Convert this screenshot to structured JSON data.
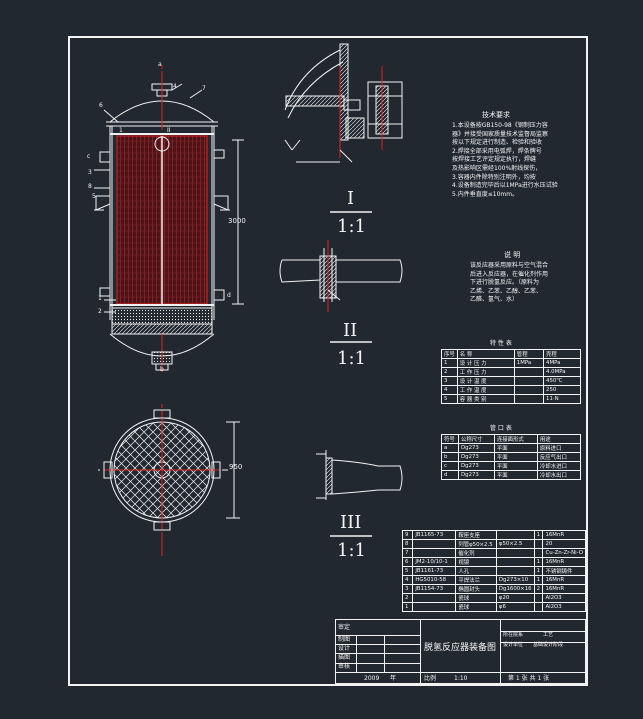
{
  "colors": {
    "background": "#212830",
    "line": "#f2f2f2",
    "accent": "#e02020",
    "cyan": "#3fb6d8",
    "yellow": "#e8d040",
    "magenta": "#d040d0"
  },
  "main_view": {
    "labels": [
      "6",
      "4",
      "7",
      "1",
      "2",
      "3",
      "8",
      "9",
      "5",
      "a",
      "b",
      "d",
      "c"
    ],
    "dim_height": "3000",
    "dim_ring": "1",
    "section_tag": "II"
  },
  "detail_I": {
    "roman": "I",
    "scale": "1:1"
  },
  "detail_II": {
    "roman": "II",
    "scale": "1:1"
  },
  "detail_III": {
    "roman": "III",
    "scale": "1:1"
  },
  "plan_view": {
    "dim": "950"
  },
  "tech_req": {
    "title": "技术要求",
    "lines": [
      "1.本设备按GB150-98《钢制压力容",
      "器》并接受国家质量技术监督局监察",
      "按以下规定进行制造、检验和验收",
      "2.焊接全部采用电弧焊，焊条牌号",
      "按焊接工艺评定规定执行，焊缝",
      "及热影响区需经100%射线探伤，",
      "3.容器内件除特别注明外，均按",
      "4.设备制造完毕后以1MPa进行水压试验",
      "5.内件垂直度≤10mm。"
    ]
  },
  "instructions": {
    "title": "说 明",
    "lines": [
      "该反应器采用原料与空气混合",
      "后进入反应器，在催化剂作用",
      "下进行脱氢反应。（原料为",
      "乙烯、乙苯、乙醇、乙苯、",
      "乙醛、氢气、水）"
    ]
  },
  "spec_table": {
    "title": "特 性 表",
    "header": [
      "序号",
      "名 称",
      "管程",
      "壳程"
    ],
    "rows": [
      [
        "1",
        "设 计 压 力",
        "1MPa",
        "4MPa"
      ],
      [
        "2",
        "工 作 压 力",
        "",
        "4.0MPa"
      ],
      [
        "3",
        "设 计 温 度",
        "",
        "450℃"
      ],
      [
        "4",
        "工 作 温 度",
        "",
        "250"
      ],
      [
        "5",
        "容 器 类 别",
        "",
        "11·N"
      ]
    ]
  },
  "nozzle_table": {
    "title": "管 口 表",
    "header": [
      "符号",
      "公称尺寸",
      "连接面形式",
      "用途"
    ],
    "rows": [
      [
        "a",
        "Dg273",
        "平面",
        "原料进口"
      ],
      [
        "b",
        "Dg273",
        "平面",
        "反应气出口"
      ],
      [
        "c",
        "Dg273",
        "平面",
        "冷却水进口"
      ],
      [
        "d",
        "Dg273",
        "平面",
        "冷却水出口"
      ]
    ]
  },
  "bom": {
    "rows": [
      [
        "9",
        "JB1165-73",
        "鞍座支座",
        "",
        "1",
        "16MnR"
      ],
      [
        "8",
        "",
        "列管φ50×2.5",
        "φ50×2.5",
        "",
        "20"
      ],
      [
        "7",
        "",
        "催化剂",
        "",
        "",
        "Cu-Zn-Zr-Ni-O"
      ],
      [
        "6",
        "JM2-10/10-1",
        "视镜",
        "",
        "1",
        "16MnR"
      ],
      [
        "5",
        "JB1161-73",
        "人孔",
        "",
        "1",
        "不锈钢铸件"
      ],
      [
        "4",
        "HG5010-58",
        "平焊法兰",
        "Dg273×10",
        "1",
        "16MnR"
      ],
      [
        "3",
        "JB1154-73",
        "椭圆封头",
        "Dg1600×16",
        "2",
        "16MnR"
      ],
      [
        "2",
        "",
        "瓷球",
        "φ20",
        "",
        "Al2O3"
      ],
      [
        "1",
        "",
        "瓷球",
        "φ6",
        "",
        "Al2O3"
      ]
    ]
  },
  "title_block": {
    "left_labels": [
      "制图",
      "设计",
      "描图",
      "审核",
      "审定"
    ],
    "drawing_name": "脱氢反应器装备图",
    "right_row1_label": "所在院系",
    "right_row1_value": "工艺",
    "right_row2_label": "设计单位",
    "right_row2_value": "基础设计阶段",
    "year": "2009",
    "year_unit": "年",
    "scale_label": "比例",
    "scale": "1:10",
    "sheet": "第 1 张  共 1 张"
  }
}
